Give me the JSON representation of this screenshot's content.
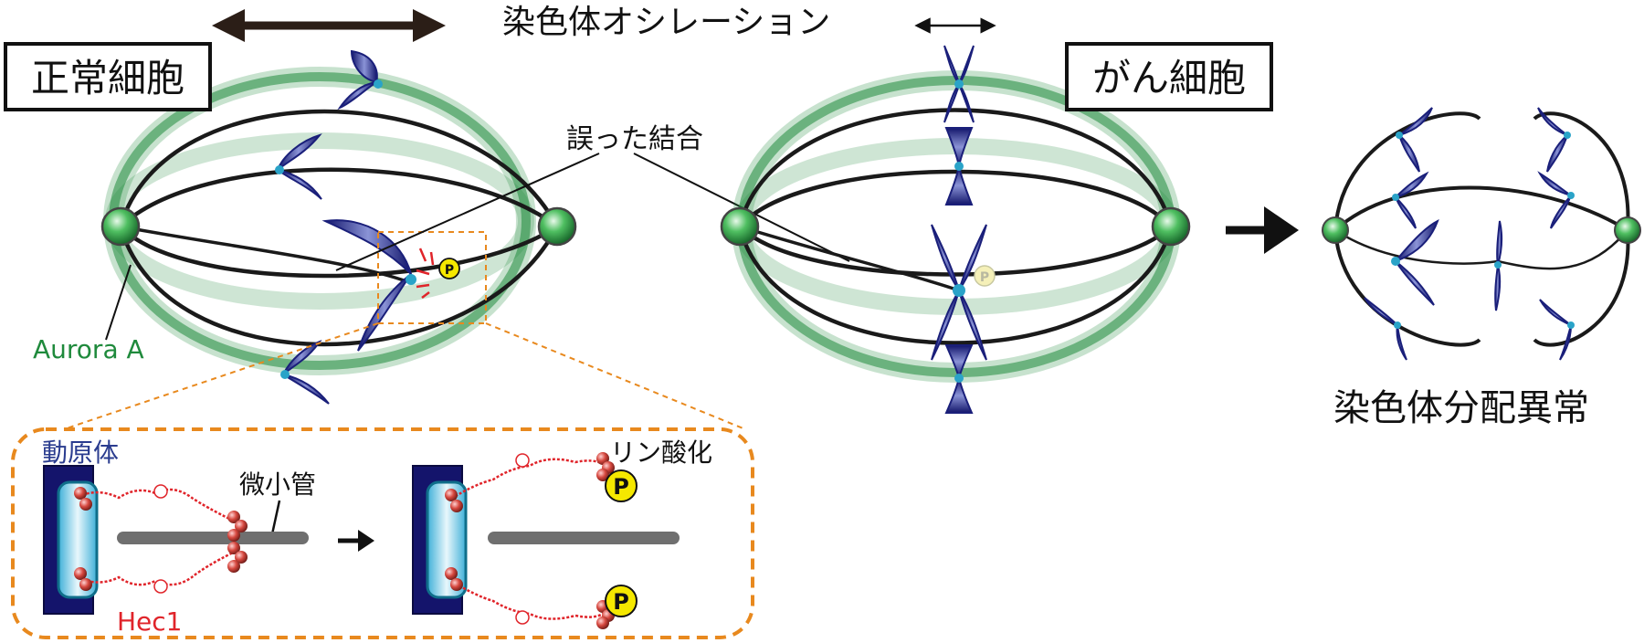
{
  "title": "染色体オシレーション",
  "labels": {
    "normal_cell": "正常細胞",
    "cancer_cell": "がん細胞",
    "wrong_attachment": "誤った結合",
    "aurora_a": "Aurora A",
    "segregation_error": "染色体分配異常",
    "kinetochore": "動原体",
    "microtubule": "微小管",
    "phosphorylation": "リン酸化",
    "hec1": "Hec1",
    "phospho_mark": "P"
  },
  "colors": {
    "aurora_green": "#1f8a3c",
    "kinetochore_blue": "#2a3c8f",
    "hec1_red": "#e0242a",
    "zoom_orange": "#e8891e",
    "chromosome_navy": "#1a1f7a",
    "phospho_yellow": "#f5e800"
  }
}
